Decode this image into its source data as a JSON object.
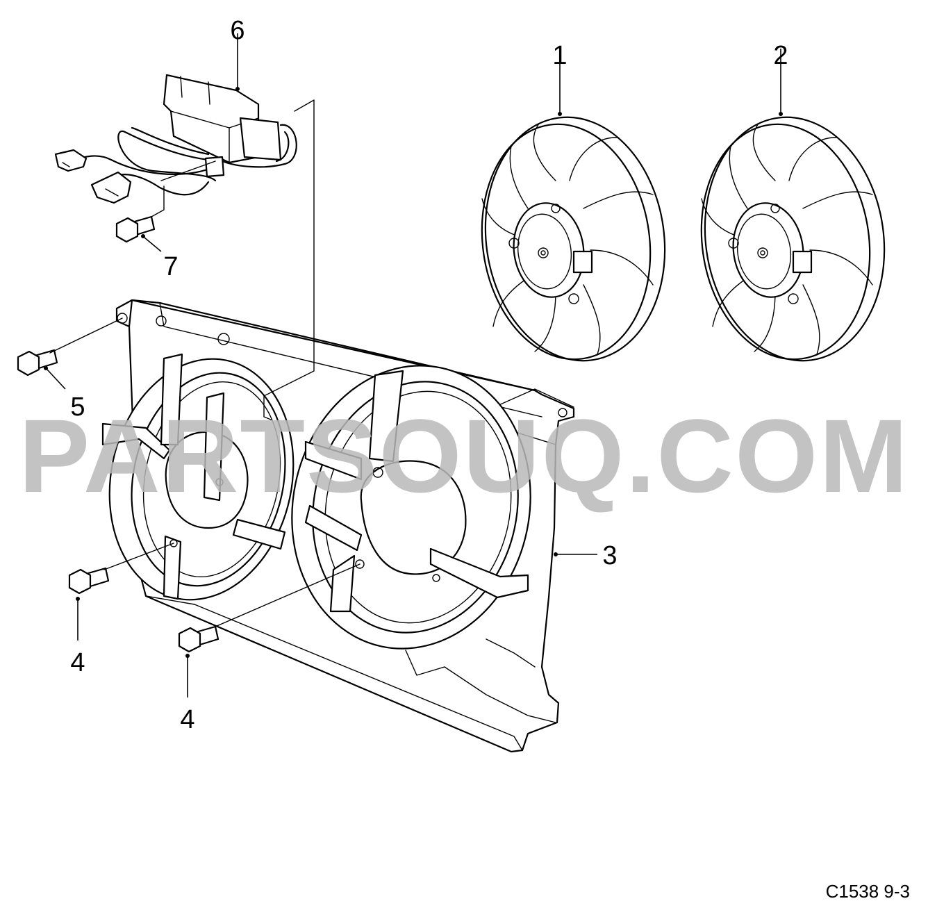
{
  "diagram": {
    "callouts": {
      "c1": "1",
      "c2": "2",
      "c3": "3",
      "c4a": "4",
      "c4b": "4",
      "c5": "5",
      "c6": "6",
      "c7": "7"
    },
    "watermark": "PARTSOUQ.COM",
    "figure_code": "C1538 9-3"
  }
}
